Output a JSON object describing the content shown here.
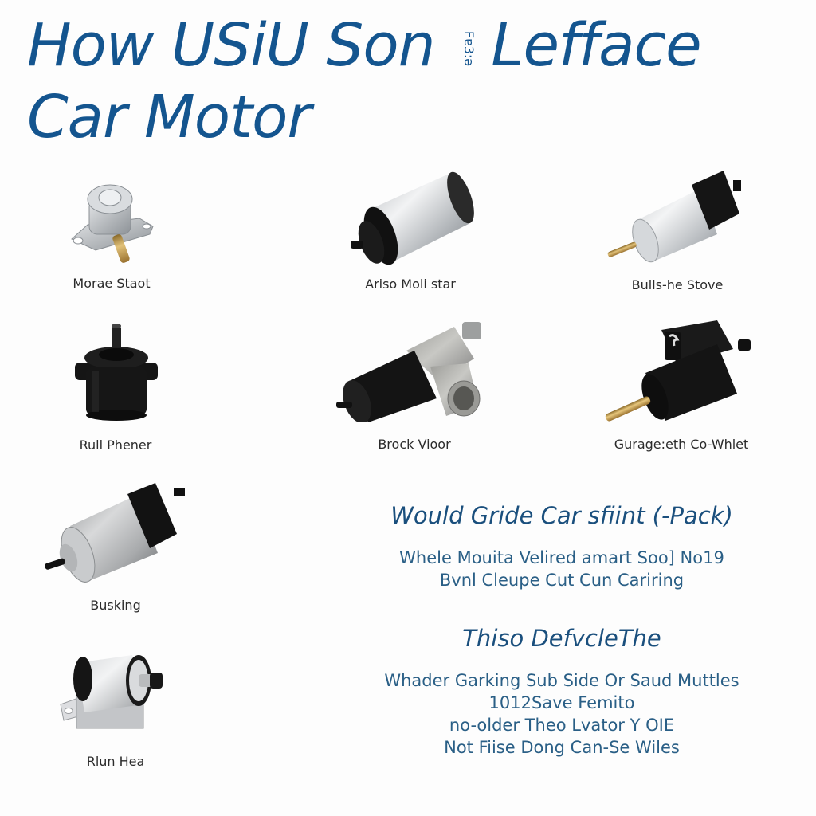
{
  "header": {
    "title_line1_a": "How USiU Son",
    "title_rotated": "Fɐ3:ə",
    "title_line1_b": "Lefface",
    "title_line2": "Car Motor",
    "color": "#14558f"
  },
  "products": [
    {
      "label": "Morae Staot",
      "icon": "pressure-sensor"
    },
    {
      "label": "Ariso Moli star",
      "icon": "cylinder-motor"
    },
    {
      "label": "Bulls-he Stove",
      "icon": "cylinder-motor-pin"
    },
    {
      "label": "Rull Phener",
      "icon": "black-valve"
    },
    {
      "label": "Brock Vioor",
      "icon": "elbow-pump"
    },
    {
      "label": "Gurage:eth Co-Whlet",
      "icon": "black-actuator"
    },
    {
      "label": "Busking",
      "icon": "cylinder-motor"
    },
    {
      "label": "Rlun Hea",
      "icon": "bracket-motor"
    }
  ],
  "section1": {
    "heading": "Would Gride Car sfiint (-Pack)",
    "lines": [
      "Whele Mouita Velired  amart Soo] No19",
      "Bvnl Cleupe Cut Cun Cariring"
    ]
  },
  "section2": {
    "heading": "Thiso DefvcleThe",
    "lines": [
      "Whader Garking Sub Side Or Saud Muttles",
      "1012Save Femito",
      "no-older Theo Lvator Y OIE",
      "Not Fiise Dong Can-Se Wiles"
    ]
  },
  "colors": {
    "heading_blue": "#14558f",
    "body_blue": "#2a5f86",
    "label_gray": "#2b2b2b"
  }
}
